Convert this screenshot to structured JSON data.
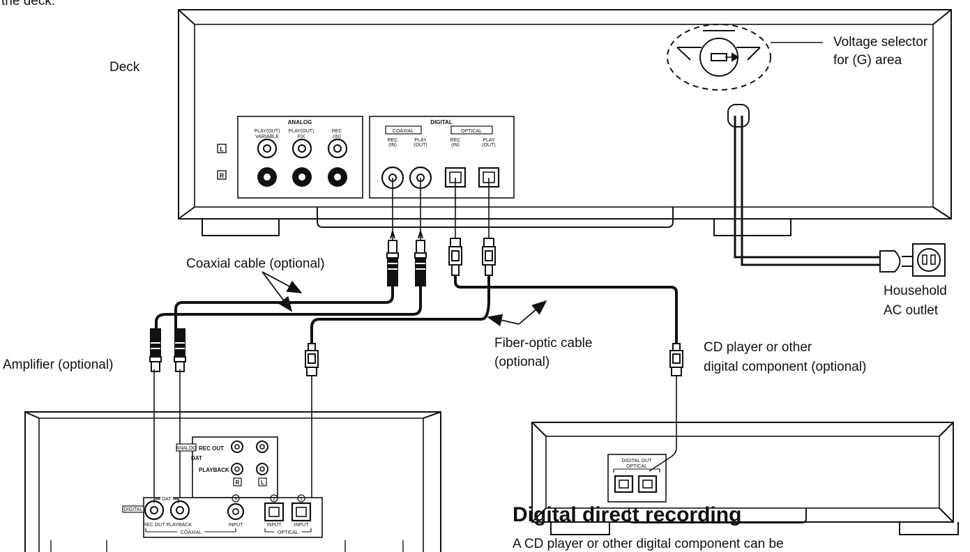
{
  "intro_fragment": "the deck.",
  "labels": {
    "deck": "Deck",
    "voltage_selector": [
      "Voltage selector",
      "for (G) area"
    ],
    "coaxial_cable": "Coaxial cable (optional)",
    "fiber_optic_cable": [
      "Fiber-optic cable",
      "(optional)"
    ],
    "household_outlet": [
      "Household",
      "AC outlet"
    ],
    "amplifier": "Amplifier (optional)",
    "cd_player": [
      "CD player or other",
      "digital component (optional)"
    ]
  },
  "deck_panel": {
    "analog": "ANALOG",
    "digital": "DIGITAL",
    "play_out_variable": [
      "PLAY(OUT)",
      "VARIABLE"
    ],
    "play_out_fix": [
      "PLAY(OUT)",
      "FIX"
    ],
    "rec_in": [
      "REC",
      "(IN)"
    ],
    "coaxial": "COAXIAL",
    "optical": "OPTICAL",
    "play_out": [
      "PLAY",
      "(OUT)"
    ],
    "left": "L",
    "right": "R"
  },
  "amp_panel": {
    "analog": "ANALOG",
    "rec_out": "REC OUT",
    "dat": "DAT",
    "playback": "PLAYBACK",
    "r": "R",
    "l": "L",
    "digital": "DIGITAL",
    "dat_bracket": "DAT",
    "rec_out_playback": "REC OUT PLAYBACK",
    "coaxial": "COAXIAL",
    "input_num_3": "3",
    "input_num_2": "2",
    "input_num_1": "1",
    "input": "INPUT",
    "optical": "OPTICAL"
  },
  "cd_panel": {
    "digital_out": "DIGITAL OUT",
    "optical": "OPTICAL"
  },
  "section": {
    "title": "Digital direct recording",
    "body_fragment": "A CD player or other digital component can be"
  }
}
